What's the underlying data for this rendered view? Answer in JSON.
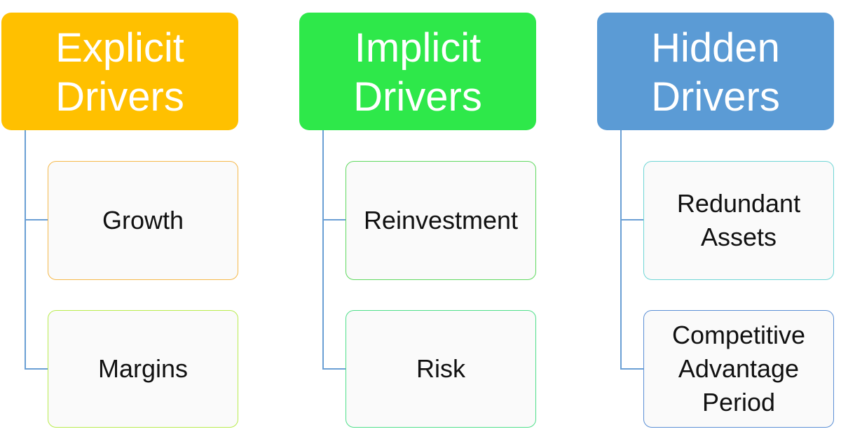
{
  "diagram": {
    "columns": [
      {
        "id": "explicit",
        "header_lines": [
          "Explicit",
          "Drivers"
        ],
        "header_color": "#ffc000",
        "children": [
          {
            "lines": [
              "Growth"
            ],
            "border_color": "#f5b84a"
          },
          {
            "lines": [
              "Margins"
            ],
            "border_color": "#b9ec4e"
          }
        ]
      },
      {
        "id": "implicit",
        "header_lines": [
          "Implicit",
          "Drivers"
        ],
        "header_color": "#2ee84a",
        "children": [
          {
            "lines": [
              "Reinvestment"
            ],
            "border_color": "#5fd95f"
          },
          {
            "lines": [
              "Risk"
            ],
            "border_color": "#4fdf8a"
          }
        ]
      },
      {
        "id": "hidden",
        "header_lines": [
          "Hidden",
          "Drivers"
        ],
        "header_color": "#5b9bd5",
        "children": [
          {
            "lines": [
              "Redundant",
              "Assets"
            ],
            "border_color": "#6fd6d6"
          },
          {
            "lines": [
              "Competitive",
              "Advantage",
              "Period"
            ],
            "border_color": "#5b8fd5"
          }
        ]
      }
    ],
    "connector_color": "#6a9fd4"
  }
}
